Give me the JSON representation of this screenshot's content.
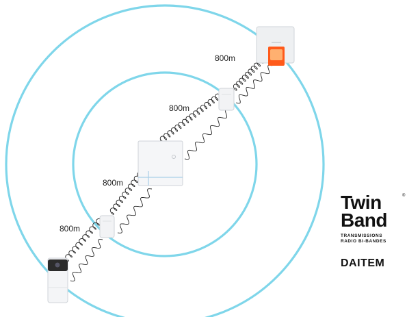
{
  "distances": [
    "800m",
    "800m",
    "800m",
    "800m"
  ],
  "brand": {
    "twin": "Twin",
    "band": "Band",
    "registered": "®",
    "sub1": "TRANSMISSIONS",
    "sub2": "RADIO BI-BANDES",
    "company": "DAITEM"
  },
  "colors": {
    "ring": "#7fd6ea",
    "device_fill": "#f2f3f5",
    "device_stroke": "#cfd3d8",
    "siren_glow": "#ff6a1a",
    "camera_band": "#2b2b2b",
    "wave": "#222222"
  },
  "icons": [
    "outdoor-camera-icon",
    "repeater-icon",
    "control-panel-icon",
    "outdoor-siren-icon"
  ]
}
